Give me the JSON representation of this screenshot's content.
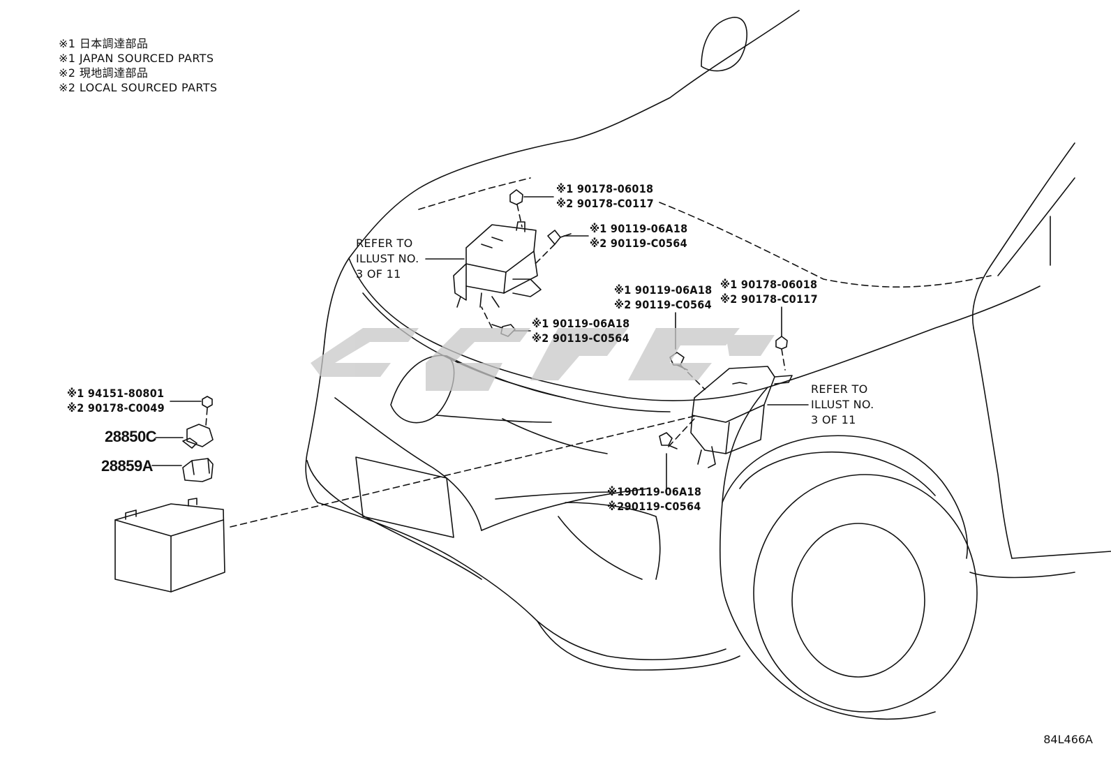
{
  "legend": [
    "※1 日本調達部品",
    "※1 JAPAN SOURCED PARTS",
    "※2 現地調達部品",
    "※2 LOCAL SOURCED PARTS"
  ],
  "callouts": {
    "nut_top_left": {
      "line1": "※1 90178-06018",
      "line2": "※2 90178-C0117"
    },
    "bolt_top_left": {
      "line1": "※1 90119-06A18",
      "line2": "※2 90119-C0564"
    },
    "bolt_mid_left": {
      "line1": "※1 90119-06A18",
      "line2": "※2 90119-C0564"
    },
    "bolt_top_right": {
      "line1": "※1 90119-06A18",
      "line2": "※2 90119-C0564"
    },
    "nut_top_right": {
      "line1": "※1 90178-06018",
      "line2": "※2 90178-C0117"
    },
    "bolt_bottom_right": {
      "line1": "※190119-06A18",
      "line2": "※290119-C0564"
    },
    "battery_nut": {
      "line1": "※1 94151-80801",
      "line2": "※2 90178-C0049"
    }
  },
  "refer_left": {
    "line1": "REFER TO",
    "line2": "ILLUST NO.",
    "line3": "3 OF 11"
  },
  "refer_right": {
    "line1": "REFER TO",
    "line2": "ILLUST NO.",
    "line3": "3 OF 11"
  },
  "part_numbers": {
    "clamp": "28850C",
    "holder": "28859A"
  },
  "illustration_code": "84L466A",
  "colors": {
    "line": "#111111",
    "watermark": "#c8c8c8",
    "background": "#ffffff"
  }
}
